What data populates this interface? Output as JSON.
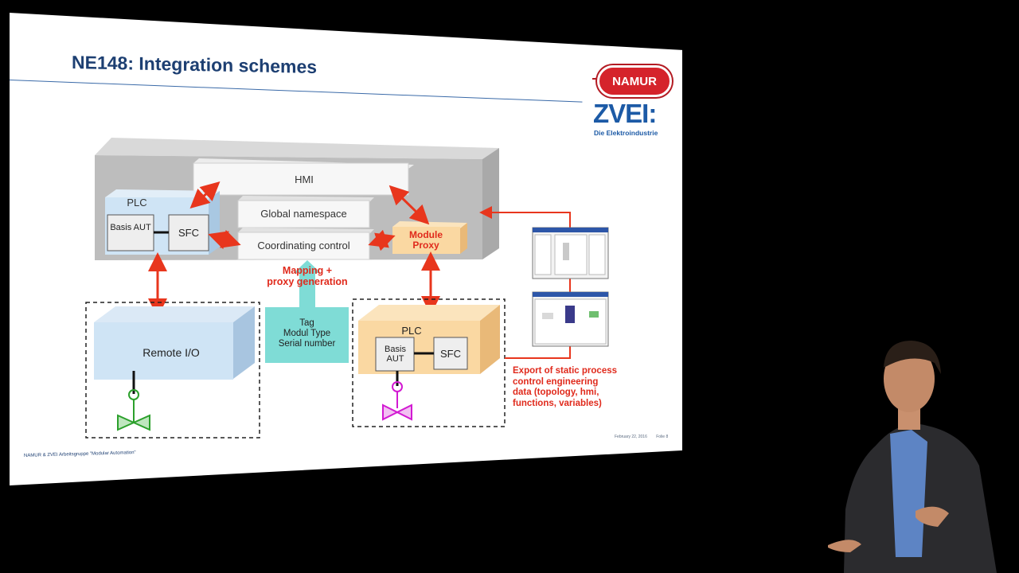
{
  "slide": {
    "title": "NE148: Integration schemes",
    "logos": {
      "namur": "NAMUR",
      "zvei": "ZVEI:",
      "zvei_tagline": "Die Elektroindustrie"
    },
    "footer_left": "NAMUR & ZVEI Arbeitsgruppe \"Modular Automation\"",
    "footer_date": "February 22, 2016",
    "footer_page": "Folie 8"
  },
  "diagram": {
    "hmi": "HMI",
    "plc_top": "PLC",
    "basis_aut": "Basis AUT",
    "sfc": "SFC",
    "global_namespace": "Global namespace",
    "coordinating_control": "Coordinating control",
    "module_proxy": "Module Proxy",
    "mapping": "Mapping +\nproxy generation",
    "remote_io": "Remote I/O",
    "tag_info": "Tag\nModul Type\nSerial number",
    "plc_module": "PLC",
    "basis_aut_module": "Basis AUT",
    "sfc_module": "SFC",
    "export_note": "Export of static process\ncontrol engineering\ndata (topology, hmi,\nfunctions, variables)"
  },
  "colors": {
    "arrow": "#e8361d",
    "mapping_text": "#e02a1c",
    "plc_blue": "#cfe4f5",
    "proxy_orange": "#fad8a2",
    "tag_cyan": "#7fdcd6",
    "valve_green": "#2ca02c",
    "valve_magenta": "#d21ad2"
  }
}
